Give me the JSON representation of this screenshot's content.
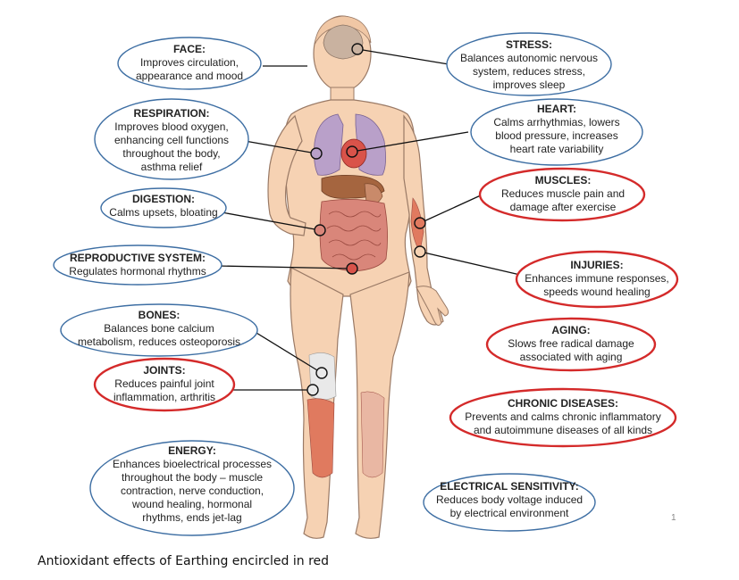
{
  "labels": [
    {
      "id": "face",
      "title": "FACE:",
      "text": "Improves circulation,\nappearance and mood",
      "highlight": false
    },
    {
      "id": "stress",
      "title": "STRESS:",
      "text": "Balances autonomic nervous\nsystem, reduces stress,\nimproves sleep",
      "highlight": false
    },
    {
      "id": "respiration",
      "title": "RESPIRATION:",
      "text": "Improves blood oxygen,\nenhancing cell functions\nthroughout the body,\nasthma relief",
      "highlight": false
    },
    {
      "id": "heart",
      "title": "HEART:",
      "text": "Calms arrhythmias, lowers\nblood pressure, increases\nheart rate variability",
      "highlight": false
    },
    {
      "id": "digestion",
      "title": "DIGESTION:",
      "text": "Calms upsets, bloating",
      "highlight": false
    },
    {
      "id": "muscles",
      "title": "MUSCLES:",
      "text": "Reduces muscle pain and\ndamage after exercise",
      "highlight": true
    },
    {
      "id": "reproductive",
      "title": "REPRODUCTIVE SYSTEM:",
      "text": "Regulates hormonal rhythms",
      "highlight": false
    },
    {
      "id": "injuries",
      "title": "INJURIES:",
      "text": "Enhances immune responses,\nspeeds wound healing",
      "highlight": true
    },
    {
      "id": "bones",
      "title": "BONES:",
      "text": "Balances bone calcium\nmetabolism, reduces osteoporosis",
      "highlight": false
    },
    {
      "id": "aging",
      "title": "AGING:",
      "text": "Slows free radical damage\nassociated with aging",
      "highlight": true
    },
    {
      "id": "joints",
      "title": "JOINTS:",
      "text": "Reduces painful joint\ninflammation, arthritis",
      "highlight": true
    },
    {
      "id": "chronic",
      "title": "CHRONIC DISEASES:",
      "text": "Prevents and calms chronic inflammatory\nand autoimmune diseases of all kinds",
      "highlight": true
    },
    {
      "id": "energy",
      "title": "ENERGY:",
      "text": "Enhances bioelectrical processes\nthroughout the body – muscle\ncontraction, nerve conduction,\nwound healing, hormonal\nrhythms, ends jet-lag",
      "highlight": false
    },
    {
      "id": "electrical",
      "title": "ELECTRICAL SENSITIVITY:",
      "text": "Reduces body voltage induced\nby electrical environment",
      "highlight": false
    }
  ],
  "page_number": "1",
  "caption": "Antioxidant effects of Earthing encircled in red",
  "colors": {
    "normal_border": "#3d6ea3",
    "highlight_border": "#d42a2a",
    "skin": "#f6d2b3",
    "skin_outline": "#9a7a66",
    "lungs": "#b9a0c9",
    "heart": "#d9534a",
    "liver": "#a5653f",
    "intestine": "#d9867a",
    "muscle": "#e07a5f",
    "bone": "#e9e9e9",
    "brain": "#c9b2a0"
  }
}
